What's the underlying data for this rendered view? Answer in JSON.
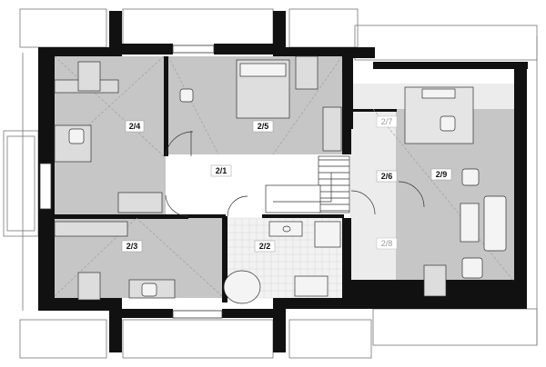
{
  "plan": {
    "rooms": [
      {
        "id": "2/1",
        "label": "2/1"
      },
      {
        "id": "2/2",
        "label": "2/2"
      },
      {
        "id": "2/3",
        "label": "2/3"
      },
      {
        "id": "2/4",
        "label": "2/4"
      },
      {
        "id": "2/5",
        "label": "2/5"
      },
      {
        "id": "2/6",
        "label": "2/6"
      },
      {
        "id": "2/7",
        "label": "2/7"
      },
      {
        "id": "2/8",
        "label": "2/8"
      },
      {
        "id": "2/9",
        "label": "2/9"
      }
    ],
    "colors": {
      "wall": "#111111",
      "room_fill": "#c8c8c8",
      "low_ceiling_fill": "#e9e9e9",
      "line": "#555555",
      "background": "#ffffff"
    }
  }
}
